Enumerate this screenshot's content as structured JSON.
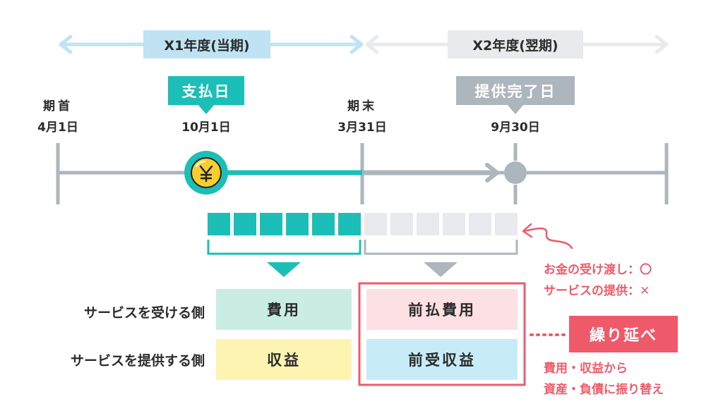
{
  "periods": {
    "current": "X1年度(当期)",
    "next": "X2年度(翌期)"
  },
  "badges": {
    "payment_day": "支払日",
    "completion_day": "提供完了日"
  },
  "ticks": {
    "start_line1": "期首",
    "start_line2": "4月1日",
    "payment": "10月1日",
    "end_line1": "期末",
    "end_line2": "3月31日",
    "completion": "9月30日"
  },
  "icons": {
    "coin": "yen-coin-icon"
  },
  "rows": {
    "receiver_label": "サービスを受ける側",
    "provider_label": "サービスを提供する側",
    "expense": "費用",
    "revenue": "収益",
    "prepaid_expense": "前払費用",
    "unearned_revenue": "前受収益"
  },
  "notes": {
    "money_exchange": "お金の受け渡し：〇",
    "service_provision": "サービスの提供：✕",
    "deferral": "繰り延べ",
    "reclass_line1": "費用・収益から",
    "reclass_line2": "資産・負債に振り替え"
  },
  "colors": {
    "teal": "#1bbfb7",
    "gray": "#adb5bd",
    "light_blue": "#bfe3f3",
    "light_gray": "#e8eaed",
    "red": "#ef5a6a",
    "mint": "#c9ede2",
    "yellow": "#fdf4b1",
    "pink": "#fde0e4",
    "sky": "#c7ecf8"
  }
}
